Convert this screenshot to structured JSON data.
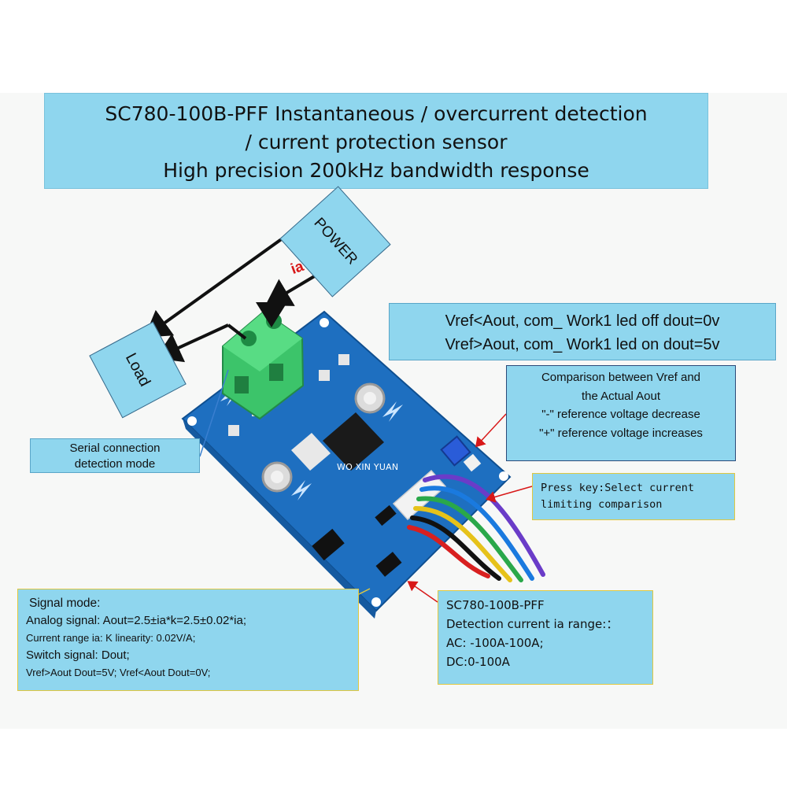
{
  "title": {
    "line1": "SC780-100B-PFF Instantaneous / overcurrent detection",
    "line2": "/ current protection sensor",
    "line3": "High precision 200kHz bandwidth response"
  },
  "labels": {
    "power": "POWER",
    "load": "Load",
    "ia": "ia",
    "watermark": "WO XIN YUAN"
  },
  "vref_box": {
    "line1": "Vref<Aout, com_ Work1 led off dout=0v",
    "line2": "Vref>Aout, com_ Work1 led on dout=5v"
  },
  "comparison_box": {
    "line1": "Comparison between Vref and",
    "line2": "the Actual Aout",
    "line3": "\"-\" reference voltage decrease",
    "line4": "\"+\" reference voltage increases"
  },
  "serial_box": {
    "line1": "Serial connection",
    "line2": "detection mode"
  },
  "press_key_box": {
    "line1": "Press key:Select current",
    "line2": "limiting comparison"
  },
  "signal_box": {
    "line1": "Signal mode:",
    "line2": "Analog signal: Aout=2.5±ia*k=2.5±0.02*ia;",
    "line3": "Current range ia: K linearity: 0.02V/A;",
    "line4": "Switch signal: Dout;",
    "line5": "Vref>Aout Dout=5V;   Vref<Aout Dout=0V;"
  },
  "sc780_box": {
    "line1": "SC780-100B-PFF",
    "line2": "Detection current ia range:：",
    "line3": "AC: -100A-100A;",
    "line4": "DC:0-100A"
  },
  "colors": {
    "box_fill": "#8fd6ee",
    "pcb_blue": "#1e6fc0",
    "terminal_green": "#3cc46a",
    "arrow_red": "#d81818",
    "callout_gold": "#e0c840"
  }
}
